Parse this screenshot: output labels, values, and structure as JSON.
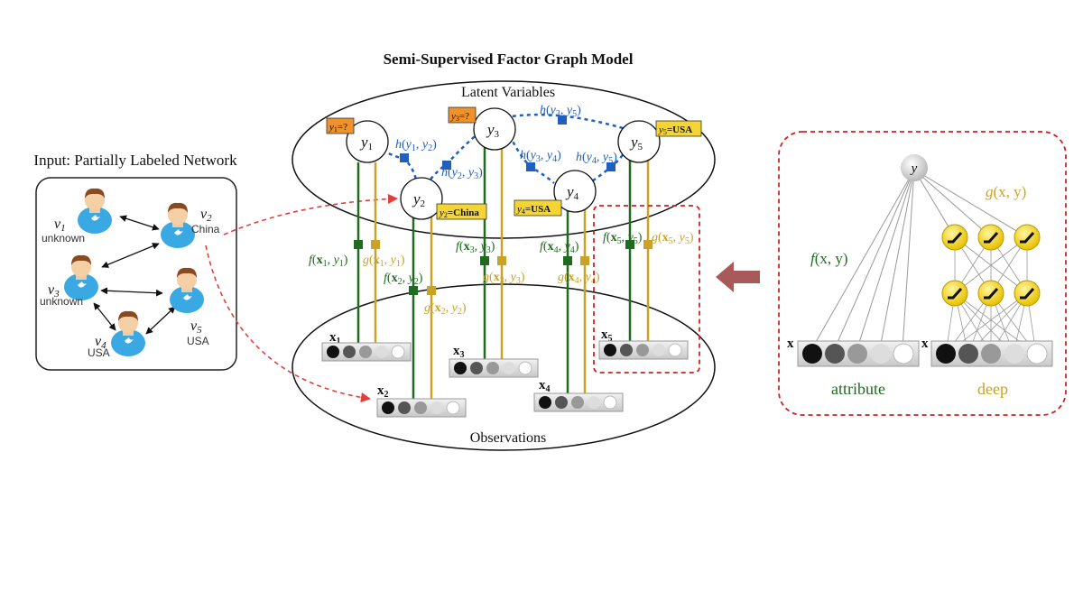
{
  "title": "Semi-Supervised Factor Graph Model",
  "input_panel": {
    "title": "Input: Partially Labeled Network",
    "users": [
      {
        "id": "v1",
        "name": "v",
        "sub": "1",
        "label": "unknown"
      },
      {
        "id": "v2",
        "name": "v",
        "sub": "2",
        "label": "China"
      },
      {
        "id": "v3",
        "name": "v",
        "sub": "3",
        "label": "unknown"
      },
      {
        "id": "v4",
        "name": "v",
        "sub": "4",
        "label": "USA"
      },
      {
        "id": "v5",
        "name": "v",
        "sub": "5",
        "label": "USA"
      }
    ]
  },
  "latent": {
    "label": "Latent Variables",
    "nodes": [
      {
        "id": "y1",
        "name": "y",
        "sub": "1",
        "tag": "=?",
        "tag_color": "#f0922c"
      },
      {
        "id": "y2",
        "name": "y",
        "sub": "2",
        "tag": "=China",
        "tag_color": "#f5d533"
      },
      {
        "id": "y3",
        "name": "y",
        "sub": "3",
        "tag": "=?",
        "tag_color": "#f0922c"
      },
      {
        "id": "y4",
        "name": "y",
        "sub": "4",
        "tag": "=USA",
        "tag_color": "#f5d533"
      },
      {
        "id": "y5",
        "name": "y",
        "sub": "5",
        "tag": "=USA",
        "tag_color": "#f5d533"
      }
    ],
    "edge_factors": [
      {
        "id": "h12",
        "fn": "h",
        "args": [
          "y",
          "1",
          "y",
          "2"
        ]
      },
      {
        "id": "h23",
        "fn": "h",
        "args": [
          "y",
          "2",
          "y",
          "3"
        ]
      },
      {
        "id": "h34",
        "fn": "h",
        "args": [
          "y",
          "3",
          "y",
          "4"
        ]
      },
      {
        "id": "h45",
        "fn": "h",
        "args": [
          "y",
          "4",
          "y",
          "5"
        ]
      },
      {
        "id": "h35",
        "fn": "h",
        "args": [
          "y",
          "3",
          "y",
          "5"
        ]
      }
    ]
  },
  "observations": {
    "label": "Observations",
    "vectors": [
      {
        "id": "x1",
        "name": "x",
        "sub": "1"
      },
      {
        "id": "x2",
        "name": "x",
        "sub": "2"
      },
      {
        "id": "x3",
        "name": "x",
        "sub": "3"
      },
      {
        "id": "x4",
        "name": "x",
        "sub": "4"
      },
      {
        "id": "x5",
        "name": "x",
        "sub": "5"
      }
    ]
  },
  "node_factors": [
    {
      "id": "f1",
      "fn": "f",
      "x": "1",
      "y": "1",
      "color": "#1f6b1f"
    },
    {
      "id": "g1",
      "fn": "g",
      "x": "1",
      "y": "1",
      "color": "#c9a227"
    },
    {
      "id": "f2",
      "fn": "f",
      "x": "2",
      "y": "2",
      "color": "#1f6b1f"
    },
    {
      "id": "g2",
      "fn": "g",
      "x": "2",
      "y": "2",
      "color": "#c9a227"
    },
    {
      "id": "f3",
      "fn": "f",
      "x": "3",
      "y": "3",
      "color": "#1f6b1f"
    },
    {
      "id": "g3",
      "fn": "g",
      "x": "3",
      "y": "3",
      "color": "#c9a227"
    },
    {
      "id": "f4",
      "fn": "f",
      "x": "4",
      "y": "4",
      "color": "#1f6b1f"
    },
    {
      "id": "g4",
      "fn": "g",
      "x": "4",
      "y": "4",
      "color": "#c9a227"
    },
    {
      "id": "f5",
      "fn": "f",
      "x": "5",
      "y": "5",
      "color": "#1f6b1f"
    },
    {
      "id": "g5",
      "fn": "g",
      "x": "5",
      "y": "5",
      "color": "#c9a227"
    }
  ],
  "detail_panel": {
    "y_label": "y",
    "x_label": "x",
    "f_label": {
      "fn": "f",
      "args": "(x, y)"
    },
    "g_label": {
      "fn": "g",
      "args": "(x, y)"
    },
    "attribute_caption": "attribute",
    "deep_caption": "deep"
  },
  "colors": {
    "green": "#1f6b1f",
    "gold": "#c9a227",
    "blue": "#1f5fbf",
    "red_dashed": "#e0403a",
    "arrow": "#a85a5a"
  }
}
